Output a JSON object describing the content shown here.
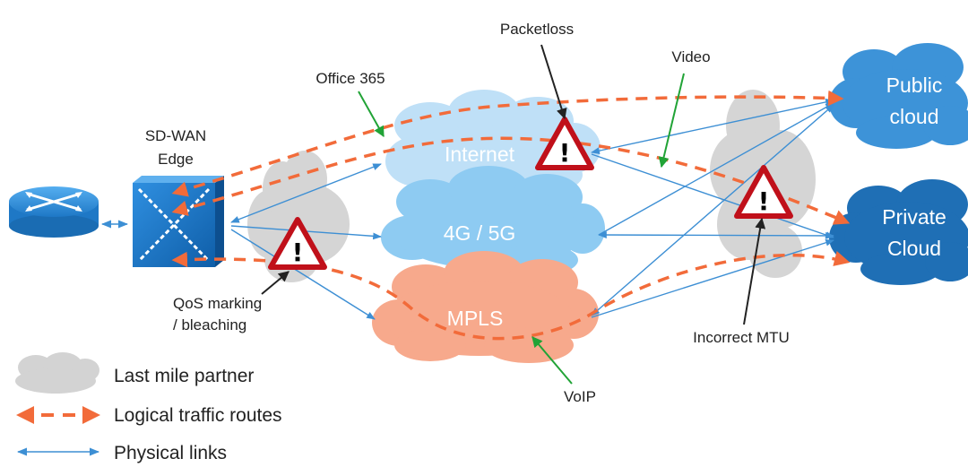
{
  "labels": {
    "sdwan_edge_line1": "SD-WAN",
    "sdwan_edge_line2": "Edge",
    "office365": "Office 365",
    "packetloss": "Packetloss",
    "video": "Video",
    "qos_line1": "QoS marking",
    "qos_line2": "/ bleaching",
    "incorrect_mtu": "Incorrect MTU",
    "voip": "VoIP"
  },
  "clouds": {
    "internet": "Internet",
    "cellular": "4G / 5G",
    "mpls": "MPLS",
    "public_line1": "Public",
    "public_line2": "cloud",
    "private_line1": "Private",
    "private_line2": "Cloud"
  },
  "warning_symbol": "!",
  "legend": {
    "last_mile": "Last mile partner",
    "logical": "Logical traffic routes",
    "physical": "Physical links"
  },
  "colors": {
    "physical_link": "#3d8fd4",
    "logical_route": "#f26b3a",
    "callout_green": "#21a336",
    "callout_dark": "#222222",
    "internet_cloud": "#bfe0f7",
    "cellular_cloud": "#8ecbf2",
    "mpls_cloud": "#f7a98c",
    "public_cloud": "#3d93d8",
    "private_cloud": "#1f6fb5",
    "last_mile_cloud": "#d3d3d3",
    "warning_red": "#c0101a"
  }
}
